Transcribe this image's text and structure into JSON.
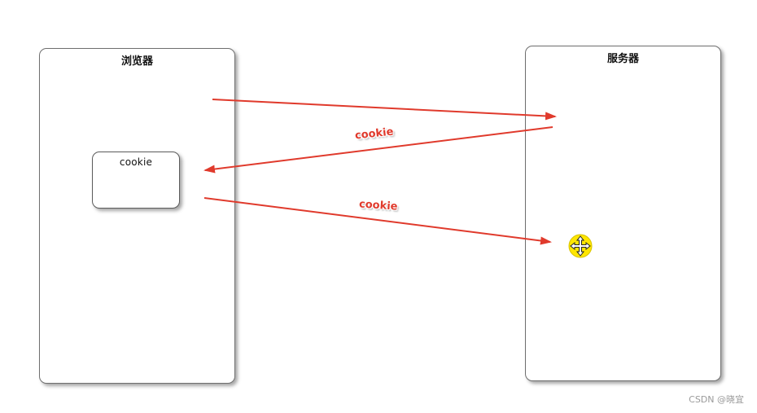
{
  "diagram": {
    "browser_title": "浏览器",
    "server_title": "服务器",
    "cookie_box_label": "cookie",
    "arrow_label_response": "cookie",
    "arrow_label_request": "cookie",
    "arrow_color": "#e03a2c",
    "cursor_icon": "move-cursor-icon"
  },
  "watermark": {
    "text": "CSDN @晓宜"
  }
}
